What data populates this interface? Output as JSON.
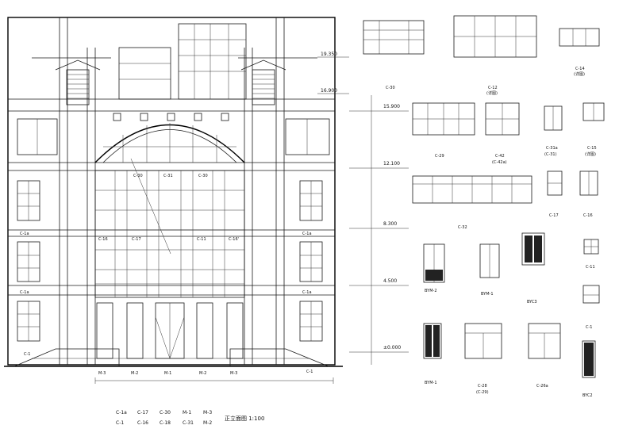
{
  "drawing": {
    "title": "正立面图 1:100",
    "elevations": [
      "19.350",
      "16.900",
      "15.900",
      "12.100",
      "8.300",
      "4.500",
      "±0.000"
    ],
    "facade_labels": {
      "top_left": [
        "C-30",
        "C-31",
        "C-30"
      ],
      "row_middle": [
        "C-16",
        "C-17",
        "C-11",
        "C-16'"
      ],
      "left_windows": [
        "C-1a",
        "C-1a",
        "C-1"
      ],
      "right_windows": [
        "C-1a",
        "C-1a",
        "C-1"
      ],
      "doors": [
        "M-3",
        "M-2",
        "M-1",
        "M-2",
        "M-3"
      ]
    },
    "legend": [
      [
        "C-1a",
        "C-17",
        "C-30",
        "M-1",
        "M-3"
      ],
      [
        "C-1",
        "C-16",
        "C-18",
        "C-31",
        "M-2"
      ]
    ],
    "detail_labels": {
      "c30": "C-30",
      "c12": "C-12",
      "c12_sub": "(详图)",
      "c14": "C-14",
      "c14_sub": "(详图)",
      "c29": "C-29",
      "c42": "C-42",
      "c42_sub": "(C-42a)",
      "c31a": "C-31a",
      "c31a_sub": "(C-31)",
      "c15": "C-15",
      "c15_sub": "(详图)",
      "c32": "C-32",
      "c17": "C-17",
      "c16": "C-16",
      "bym2": "BYM-2",
      "bym1": "BYM-1",
      "byc3": "BYC3",
      "c11": "C-11",
      "bym1b": "BYM-1",
      "c28": "C-28",
      "c28_sub": "(C-29)",
      "c26a": "C-26a",
      "c1": "C-1",
      "byc2": "BYC2"
    }
  }
}
